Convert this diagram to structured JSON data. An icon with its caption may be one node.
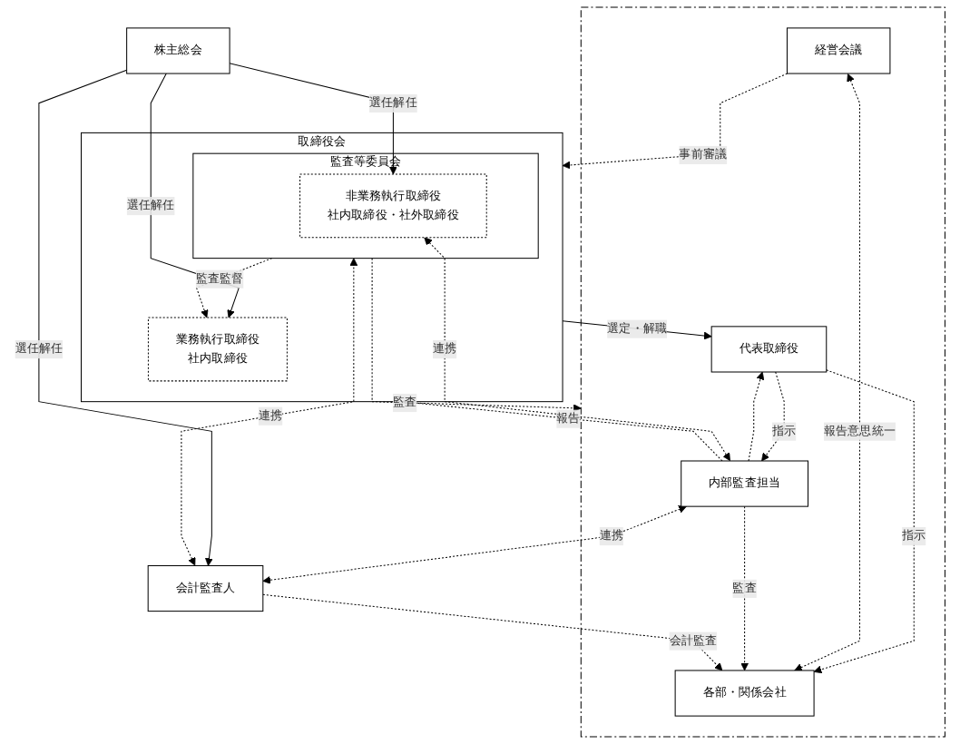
{
  "diagram": {
    "nodes": [
      {
        "text": [
          "株主総会"
        ]
      },
      {
        "text": [],
        "shape": "box"
      },
      {
        "text": [
          "取締役会"
        ]
      },
      {
        "text": [
          "業務執行取締役",
          "社内取締役"
        ],
        "in": 2
      },
      {
        "text": [
          "監査等委員会"
        ],
        "in": 2
      },
      {
        "text": [
          "非業務執行取締役",
          "社内取締役・社外取締役"
        ],
        "in": 4
      },
      {
        "text": [
          "経営会議"
        ],
        "in": 1
      },
      {
        "text": [
          "代表取締役"
        ],
        "in": 1
      },
      {
        "text": [
          "内部監査担当"
        ],
        "in": 1
      },
      {
        "text": [
          "会計監査人"
        ]
      },
      {
        "text": [
          "各部・関係会社"
        ],
        "in": 1
      }
    ],
    "edges": [
      {
        "from": 0,
        "to": 3,
        "arrow": "to",
        "label": "選任解任"
      },
      {
        "from": 0,
        "to": 5,
        "arrow": "to",
        "label": "選任解任"
      },
      {
        "from": 0,
        "to": 9,
        "arrow": "to",
        "label": "選任解任"
      },
      {
        "from": 4,
        "to": 3,
        "arrow": "to",
        "label": "監査監督",
        "style": "dashed"
      },
      {
        "from": 6,
        "to": 2,
        "arrow": "to",
        "label": "事前審議",
        "style": "dashed"
      },
      {
        "from": 8,
        "to": 2,
        "arrow": "to",
        "label": "報告",
        "style": "dashed"
      },
      {
        "from": 8,
        "to": 7,
        "arrow": "to",
        "style": "dashed"
      },
      {
        "from": 2,
        "to": 7,
        "arrow": "to",
        "label": "選定・解職"
      },
      {
        "from": 7,
        "to": 8,
        "arrow": "to",
        "label": "指示",
        "style": "dashed"
      },
      {
        "from": 7,
        "to": 10,
        "arrow": "to",
        "label": "指示",
        "style": "dashed"
      },
      {
        "from": 8,
        "to": 5,
        "arrow": "both",
        "label": "連携",
        "style": "dashed"
      },
      {
        "from": 4,
        "to": 1,
        "arrow": "to",
        "label": "監査",
        "style": "dashed"
      },
      {
        "from": 9,
        "to": 4,
        "arrow": "both",
        "label": "連携",
        "style": "dashed"
      },
      {
        "from": 8,
        "to": 9,
        "arrow": "both",
        "label": "連携",
        "style": "dashed"
      },
      {
        "from": 6,
        "to": 10,
        "arrow": "both",
        "label": "報告意思統一",
        "style": "dashed"
      },
      {
        "from": 8,
        "to": 10,
        "arrow": "to",
        "label": "監査",
        "style": "dashed"
      },
      {
        "from": 9,
        "to": 10,
        "arrow": "to",
        "label": "会計監査",
        "style": "dashed"
      }
    ]
  }
}
